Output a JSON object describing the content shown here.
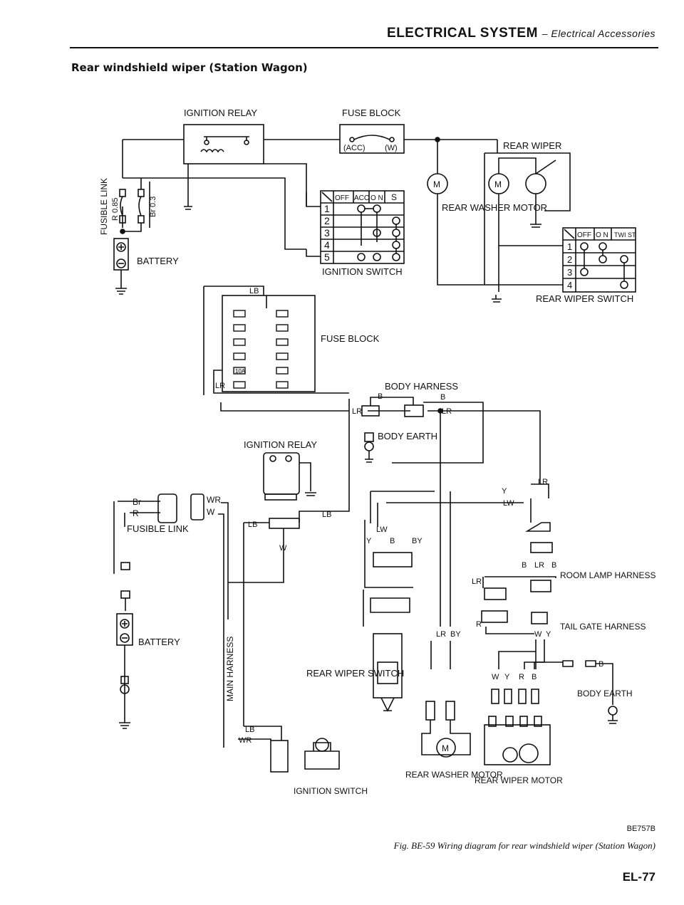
{
  "header": {
    "section": "ELECTRICAL SYSTEM",
    "subsection": "– Electrical Accessories"
  },
  "title": "Rear windshield wiper (Station Wagon)",
  "labels": {
    "ignition_relay": "IGNITION RELAY",
    "fuse_block": "FUSE BLOCK",
    "acc": "(ACC)",
    "w": "(W)",
    "rear_wiper": "REAR WIPER",
    "fusible_link": "FUSIBLE LINK",
    "r085": "R 0.85",
    "br03": "Br 0.3",
    "battery": "BATTERY",
    "ignition_switch": "IGNITION SWITCH",
    "rear_washer_motor": "REAR WASHER MOTOR",
    "rear_wiper_switch": "REAR WIPER SWITCH",
    "fuse_10a": "10A",
    "body_harness": "BODY HARNESS",
    "body_earth": "BODY EARTH",
    "main_harness": "MAIN HARNESS",
    "room_lamp_harness": "ROOM LAMP HARNESS",
    "tail_gate_harness": "TAIL GATE HARNESS",
    "rear_wiper_motor": "REAR WIPER MOTOR",
    "rear_washer_motor2": "REAR WASHER MOTOR",
    "rear_wiper_switch2": "REAR WIPER SWITCH",
    "ignition_switch2": "IGNITION SWITCH",
    "ignition_relay2": "IGNITION RELAY",
    "fusible_link2": "FUSIBLE LINK",
    "battery2": "BATTERY",
    "body_earth2": "BODY EARTH"
  },
  "ign_switch_table": {
    "headers": [
      "OFF",
      "ACC",
      "O N",
      "S"
    ],
    "rows": [
      "1",
      "2",
      "3",
      "4",
      "5"
    ]
  },
  "wiper_switch_table": {
    "headers": [
      "OFF",
      "O N",
      "TWI ST"
    ],
    "rows": [
      "1",
      "2",
      "3",
      "4"
    ]
  },
  "wire_codes": {
    "LB": "LB",
    "LR": "LR",
    "B": "B",
    "Br": "Br",
    "R": "R",
    "WR": "WR",
    "W": "W",
    "Y": "Y",
    "LW": "LW",
    "BY": "BY"
  },
  "figure": {
    "code": "BE757B",
    "caption": "Fig. BE-59  Wiring diagram for rear windshield wiper (Station Wagon)"
  },
  "page_number": "EL-77"
}
